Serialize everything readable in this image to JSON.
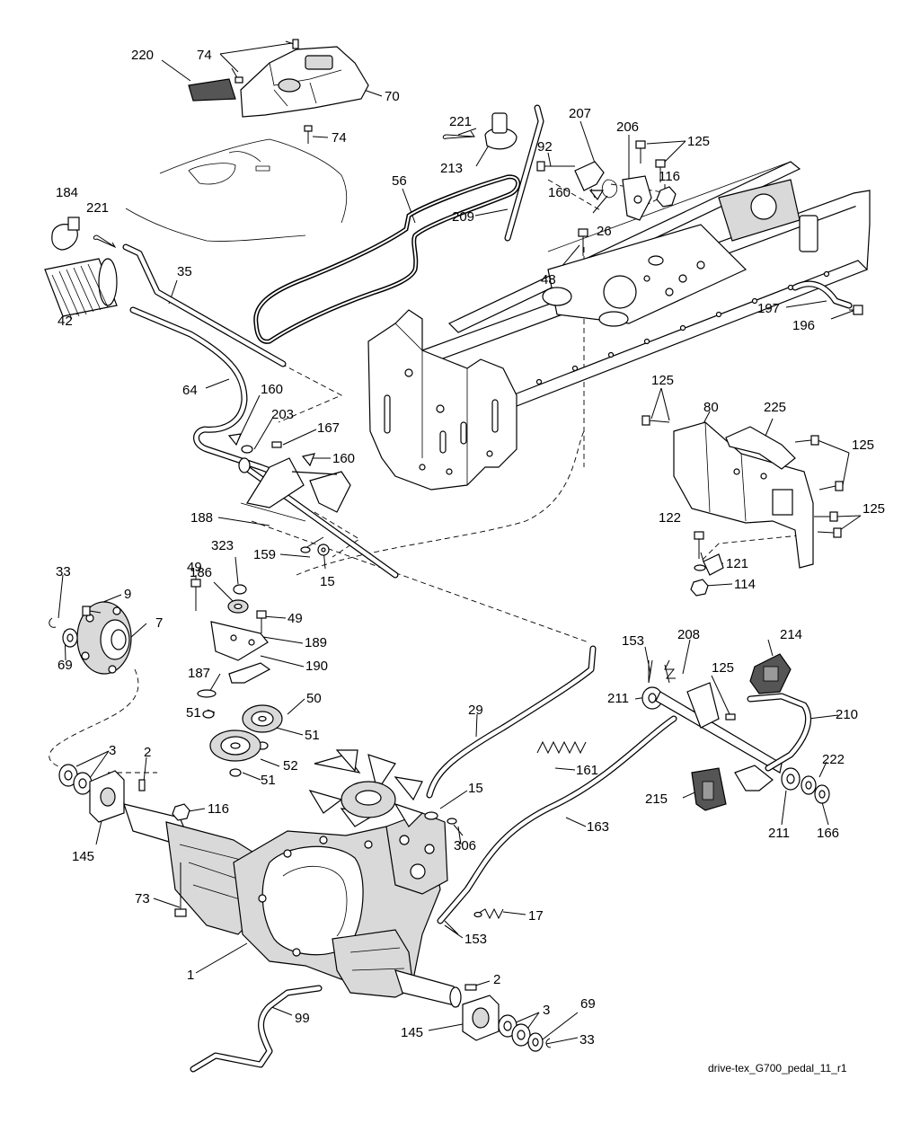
{
  "diagram": {
    "caption": "drive-tex_G700_pedal_11_r1",
    "callouts": [
      {
        "id": "c220",
        "text": "220"
      },
      {
        "id": "c74a",
        "text": "74"
      },
      {
        "id": "c70",
        "text": "70"
      },
      {
        "id": "c74b",
        "text": "74"
      },
      {
        "id": "c221a",
        "text": "221"
      },
      {
        "id": "c213",
        "text": "213"
      },
      {
        "id": "c207",
        "text": "207"
      },
      {
        "id": "c206",
        "text": "206"
      },
      {
        "id": "c125a",
        "text": "125"
      },
      {
        "id": "c92",
        "text": "92"
      },
      {
        "id": "c116a",
        "text": "116"
      },
      {
        "id": "c56",
        "text": "56"
      },
      {
        "id": "c184",
        "text": "184"
      },
      {
        "id": "c221b",
        "text": "221"
      },
      {
        "id": "c160a",
        "text": "160"
      },
      {
        "id": "c26",
        "text": "26"
      },
      {
        "id": "c209",
        "text": "209"
      },
      {
        "id": "c35",
        "text": "35"
      },
      {
        "id": "c48",
        "text": "48"
      },
      {
        "id": "c42",
        "text": "42"
      },
      {
        "id": "c197",
        "text": "197"
      },
      {
        "id": "c196",
        "text": "196"
      },
      {
        "id": "c64",
        "text": "64"
      },
      {
        "id": "c160b",
        "text": "160"
      },
      {
        "id": "c203",
        "text": "203"
      },
      {
        "id": "c167",
        "text": "167"
      },
      {
        "id": "c160c",
        "text": "160"
      },
      {
        "id": "c125b",
        "text": "125"
      },
      {
        "id": "c80",
        "text": "80"
      },
      {
        "id": "c225",
        "text": "225"
      },
      {
        "id": "c125c",
        "text": "125"
      },
      {
        "id": "c125d",
        "text": "125"
      },
      {
        "id": "c188",
        "text": "188"
      },
      {
        "id": "c323",
        "text": "323"
      },
      {
        "id": "c159",
        "text": "159"
      },
      {
        "id": "c15a",
        "text": "15"
      },
      {
        "id": "c122",
        "text": "122"
      },
      {
        "id": "c121",
        "text": "121"
      },
      {
        "id": "c114",
        "text": "114"
      },
      {
        "id": "c33a",
        "text": "33"
      },
      {
        "id": "c49a",
        "text": "49"
      },
      {
        "id": "c186",
        "text": "186"
      },
      {
        "id": "c9",
        "text": "9"
      },
      {
        "id": "c49b",
        "text": "49"
      },
      {
        "id": "c7",
        "text": "7"
      },
      {
        "id": "c189",
        "text": "189"
      },
      {
        "id": "c69a",
        "text": "69"
      },
      {
        "id": "c187",
        "text": "187"
      },
      {
        "id": "c190",
        "text": "190"
      },
      {
        "id": "c153a",
        "text": "153"
      },
      {
        "id": "c208",
        "text": "208"
      },
      {
        "id": "c214",
        "text": "214"
      },
      {
        "id": "c125e",
        "text": "125"
      },
      {
        "id": "c50",
        "text": "50"
      },
      {
        "id": "c211a",
        "text": "211"
      },
      {
        "id": "c210",
        "text": "210"
      },
      {
        "id": "c51a",
        "text": "51"
      },
      {
        "id": "c29",
        "text": "29"
      },
      {
        "id": "c51b",
        "text": "51"
      },
      {
        "id": "c3a",
        "text": "3"
      },
      {
        "id": "c2a",
        "text": "2"
      },
      {
        "id": "c52",
        "text": "52"
      },
      {
        "id": "c161",
        "text": "161"
      },
      {
        "id": "c222",
        "text": "222"
      },
      {
        "id": "c51c",
        "text": "51"
      },
      {
        "id": "c15b",
        "text": "15"
      },
      {
        "id": "c116b",
        "text": "116"
      },
      {
        "id": "c215",
        "text": "215"
      },
      {
        "id": "c163",
        "text": "163"
      },
      {
        "id": "c145a",
        "text": "145"
      },
      {
        "id": "c306",
        "text": "306"
      },
      {
        "id": "c211b",
        "text": "211"
      },
      {
        "id": "c166",
        "text": "166"
      },
      {
        "id": "c73",
        "text": "73"
      },
      {
        "id": "c17",
        "text": "17"
      },
      {
        "id": "c153b",
        "text": "153"
      },
      {
        "id": "c1",
        "text": "1"
      },
      {
        "id": "c2b",
        "text": "2"
      },
      {
        "id": "c99",
        "text": "99"
      },
      {
        "id": "c3b",
        "text": "3"
      },
      {
        "id": "c69b",
        "text": "69"
      },
      {
        "id": "c145b",
        "text": "145"
      },
      {
        "id": "c33b",
        "text": "33"
      }
    ]
  }
}
